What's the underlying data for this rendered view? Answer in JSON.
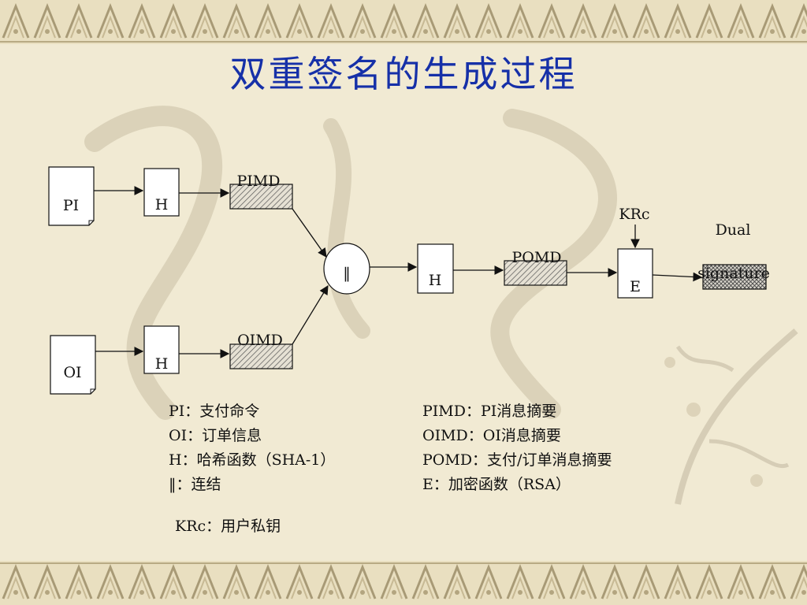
{
  "title": "双重签名的生成过程",
  "colors": {
    "title": "#1630a8",
    "background": "#f1ead3",
    "border_band": "#e9dfc0",
    "ink": "#111111"
  },
  "nodes": {
    "pi_doc": "PI",
    "oi_doc": "OI",
    "hash_top": "H",
    "hash_bottom": "H",
    "hash_middle": "H",
    "concat": "‖",
    "encrypt": "E"
  },
  "labels": {
    "pimd": "PIMD",
    "oimd": "OIMD",
    "pomd": "POMD",
    "krc": "KRc",
    "dual": "Dual",
    "signature": "signature"
  },
  "legend": {
    "left": [
      "PI：支付命令",
      "OI：订单信息",
      "H：哈希函数（SHA-1）",
      "‖：连结"
    ],
    "right": [
      "PIMD：PI消息摘要",
      "OIMD：OI消息摘要",
      "POMD：支付/订单消息摘要",
      "E：加密函数（RSA）"
    ],
    "krc": "KRc：用户私钥"
  }
}
